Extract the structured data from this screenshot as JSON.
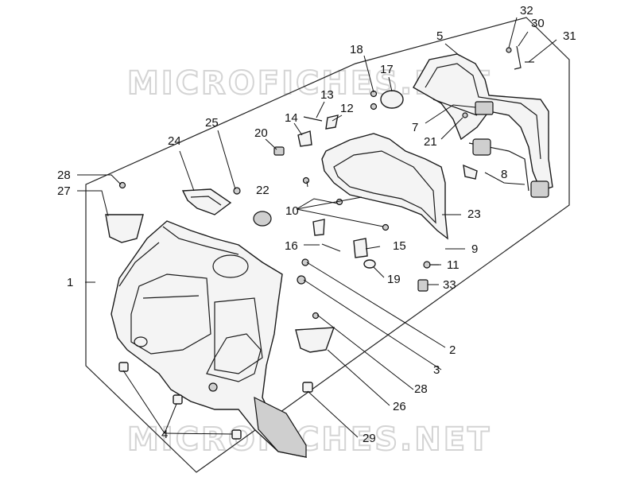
{
  "watermarks": [
    "MICROFICHES.NET",
    "MICROFICHES.NET"
  ],
  "callouts": [
    "32",
    "30",
    "31",
    "5",
    "18",
    "17",
    "13",
    "12",
    "14",
    "20",
    "7",
    "21",
    "25",
    "24",
    "8",
    "28",
    "27",
    "22",
    "10",
    "23",
    "16",
    "15",
    "9",
    "1",
    "11",
    "19",
    "33",
    "2",
    "3",
    "28",
    "26",
    "4",
    "29"
  ]
}
